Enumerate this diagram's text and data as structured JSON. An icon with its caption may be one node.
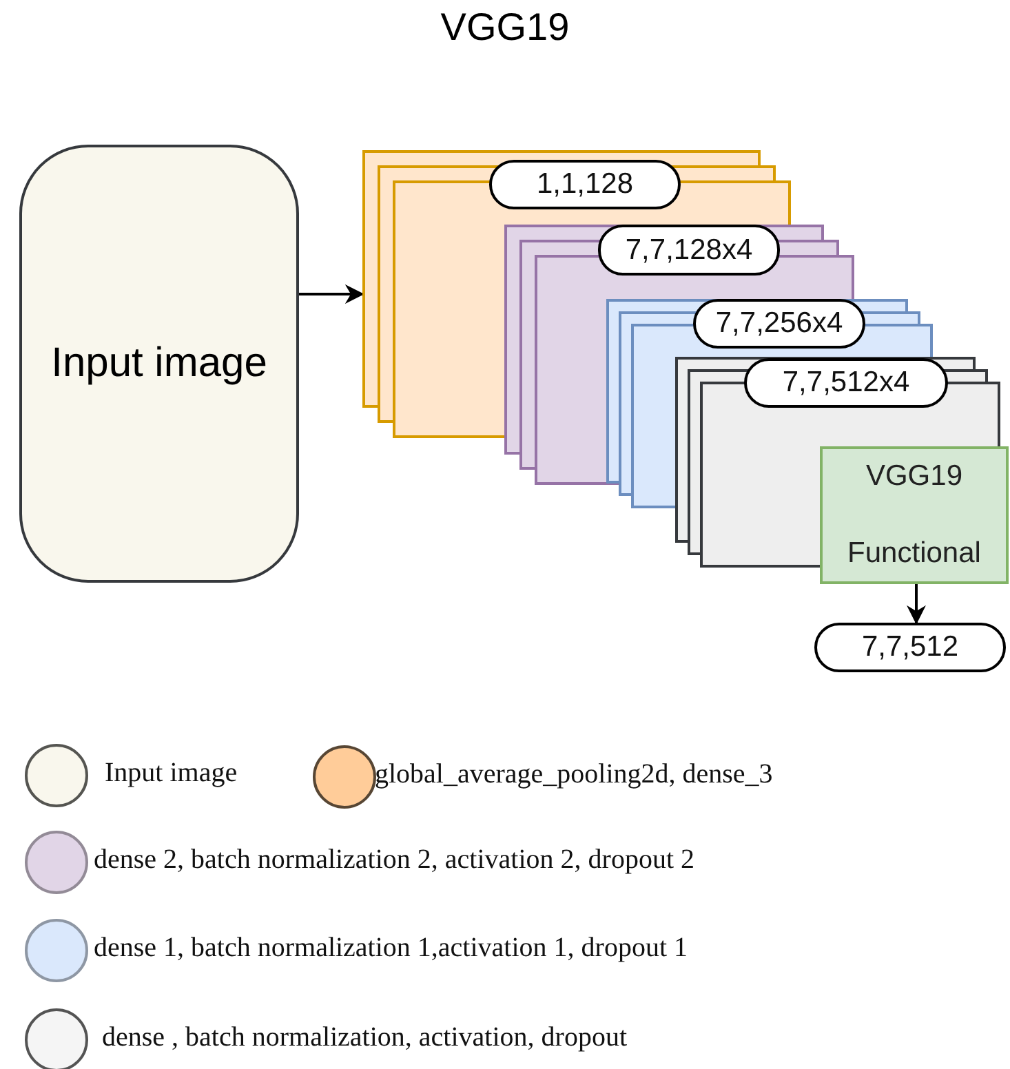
{
  "diagram": {
    "title": "VGG19",
    "nodes": [
      {
        "text": [
          "Input image"
        ]
      },
      {
        "text": [],
        "shape": "box"
      },
      {
        "text": [],
        "shape": "box"
      },
      {
        "text": [],
        "shape": "box"
      },
      {
        "text": [],
        "shape": "box"
      },
      {
        "text": [
          "VGG19 Functional"
        ]
      },
      {
        "text": [
          "7,7,512"
        ]
      }
    ],
    "edges": [
      {
        "from": 0,
        "to": 1,
        "arrow": "to"
      },
      {
        "from": 5,
        "to": 6,
        "arrow": "to"
      }
    ],
    "labels": [
      "1,1,128",
      "7,7,128x4",
      "7,7,256x4",
      "7,7,512x4"
    ],
    "legend": [
      {
        "text": "Input image",
        "color": "#f9f7ed"
      },
      {
        "text": "global_average_pooling2d, dense_3",
        "color": "#ffcc99"
      },
      {
        "text": "dense 2, batch normalization 2, activation 2, dropout 2",
        "color": "#e1d5e7"
      },
      {
        "text": "dense 1, batch normalization 1,activation 1, dropout 1",
        "color": "#dae8fc"
      },
      {
        "text": "dense , batch normalization, activation, dropout",
        "color": "#f5f5f5"
      }
    ]
  }
}
